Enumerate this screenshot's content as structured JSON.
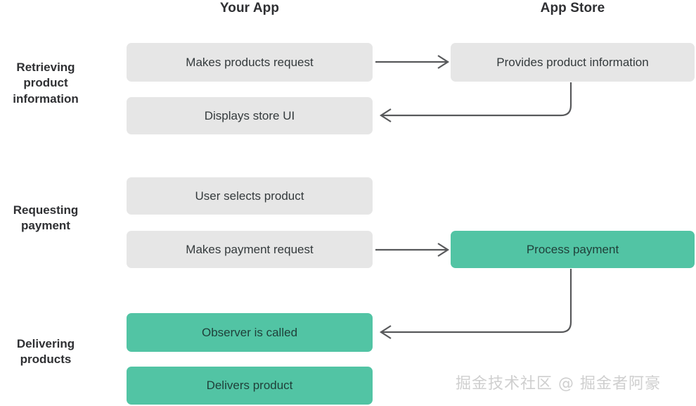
{
  "diagram": {
    "title_columns": {
      "left": "Your App",
      "right": "App Store"
    },
    "stages": [
      {
        "id": "retrieving",
        "label": "Retrieving\nproduct\ninformation"
      },
      {
        "id": "requesting",
        "label": "Requesting\npayment"
      },
      {
        "id": "delivering",
        "label": "Delivering\nproducts"
      }
    ],
    "boxes": [
      {
        "id": "makes-products-request",
        "label": "Makes products request",
        "column": "left",
        "row": 1,
        "color": "gray"
      },
      {
        "id": "provides-product-info",
        "label": "Provides product information",
        "column": "right",
        "row": 1,
        "color": "gray"
      },
      {
        "id": "displays-store-ui",
        "label": "Displays store UI",
        "column": "left",
        "row": 2,
        "color": "gray"
      },
      {
        "id": "user-selects-product",
        "label": "User selects product",
        "column": "left",
        "row": 3,
        "color": "gray"
      },
      {
        "id": "makes-payment-request",
        "label": "Makes payment request",
        "column": "left",
        "row": 4,
        "color": "gray"
      },
      {
        "id": "process-payment",
        "label": "Process payment",
        "column": "right",
        "row": 4,
        "color": "green"
      },
      {
        "id": "observer-is-called",
        "label": "Observer is called",
        "column": "left",
        "row": 5,
        "color": "green"
      },
      {
        "id": "delivers-product",
        "label": "Delivers product",
        "column": "left",
        "row": 6,
        "color": "green"
      }
    ],
    "connectors": [
      {
        "id": "request-to-appstore",
        "from": "makes-products-request",
        "to": "provides-product-info",
        "direction": "right"
      },
      {
        "id": "info-to-store-ui",
        "from": "provides-product-info",
        "to": "displays-store-ui",
        "direction": "left-curved"
      },
      {
        "id": "payment-to-appstore",
        "from": "makes-payment-request",
        "to": "process-payment",
        "direction": "right"
      },
      {
        "id": "payment-to-observer",
        "from": "process-payment",
        "to": "observer-is-called",
        "direction": "left-curved"
      }
    ],
    "colors": {
      "box_gray": "#e6e6e6",
      "box_green": "#52c4a4",
      "connector": "#58595b",
      "text": "#2f3033",
      "background": "#ffffff",
      "watermark": "#cfcfcf"
    },
    "watermark": "掘金技术社区 @ 掘金者阿豪"
  }
}
